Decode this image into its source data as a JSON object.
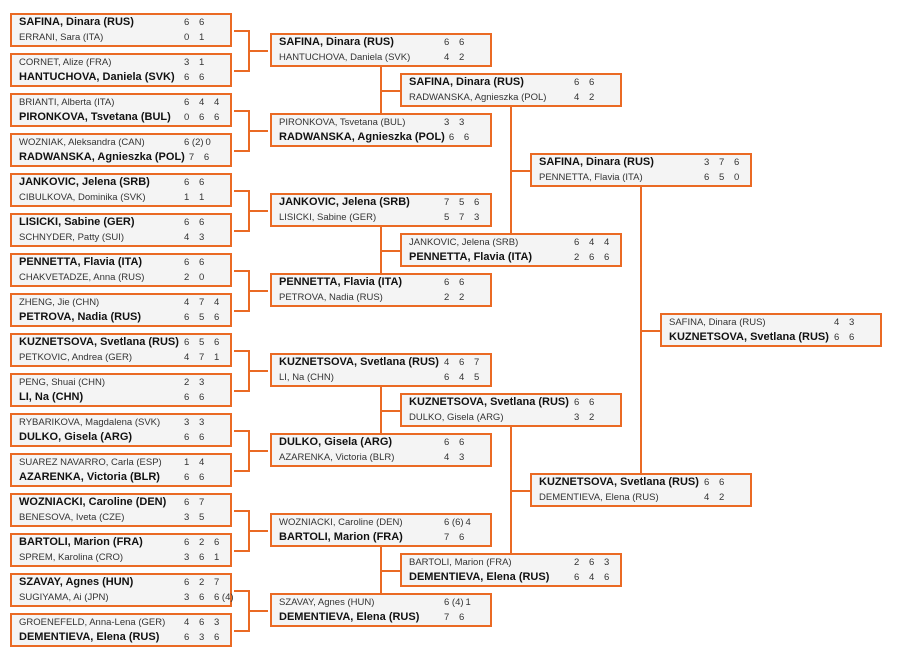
{
  "colors": {
    "border": "#ea6a24",
    "background": "#f4f4f4"
  },
  "rounds": [
    {
      "matches": [
        {
          "players": [
            {
              "name": "SAFINA, Dinara (RUS)",
              "scores": [
                "6",
                "6"
              ],
              "winner": true
            },
            {
              "name": "ERRANI, Sara (ITA)",
              "scores": [
                "0",
                "1"
              ],
              "winner": false
            }
          ]
        },
        {
          "players": [
            {
              "name": "CORNET, Alize (FRA)",
              "scores": [
                "3",
                "1"
              ],
              "winner": false
            },
            {
              "name": "HANTUCHOVA, Daniela (SVK)",
              "scores": [
                "6",
                "6"
              ],
              "winner": true
            }
          ]
        },
        {
          "players": [
            {
              "name": "BRIANTI, Alberta (ITA)",
              "scores": [
                "6",
                "4",
                "4"
              ],
              "winner": false
            },
            {
              "name": "PIRONKOVA, Tsvetana (BUL)",
              "scores": [
                "0",
                "6",
                "6"
              ],
              "winner": true
            }
          ]
        },
        {
          "players": [
            {
              "name": "WOZNIAK, Aleksandra (CAN)",
              "scores": [
                "6 (2)",
                "0"
              ],
              "winner": false
            },
            {
              "name": "RADWANSKA, Agnieszka (POL)",
              "scores": [
                "7",
                "6"
              ],
              "winner": true
            }
          ]
        },
        {
          "players": [
            {
              "name": "JANKOVIC, Jelena (SRB)",
              "scores": [
                "6",
                "6"
              ],
              "winner": true
            },
            {
              "name": "CIBULKOVA, Dominika (SVK)",
              "scores": [
                "1",
                "1"
              ],
              "winner": false
            }
          ]
        },
        {
          "players": [
            {
              "name": "LISICKI, Sabine (GER)",
              "scores": [
                "6",
                "6"
              ],
              "winner": true
            },
            {
              "name": "SCHNYDER, Patty (SUI)",
              "scores": [
                "4",
                "3"
              ],
              "winner": false
            }
          ]
        },
        {
          "players": [
            {
              "name": "PENNETTA, Flavia (ITA)",
              "scores": [
                "6",
                "6"
              ],
              "winner": true
            },
            {
              "name": "CHAKVETADZE, Anna (RUS)",
              "scores": [
                "2",
                "0"
              ],
              "winner": false
            }
          ]
        },
        {
          "players": [
            {
              "name": "ZHENG, Jie (CHN)",
              "scores": [
                "4",
                "7",
                "4"
              ],
              "winner": false
            },
            {
              "name": "PETROVA, Nadia (RUS)",
              "scores": [
                "6",
                "5",
                "6"
              ],
              "winner": true
            }
          ]
        },
        {
          "players": [
            {
              "name": "KUZNETSOVA, Svetlana (RUS)",
              "scores": [
                "6",
                "5",
                "6"
              ],
              "winner": true
            },
            {
              "name": "PETKOVIC, Andrea (GER)",
              "scores": [
                "4",
                "7",
                "1"
              ],
              "winner": false
            }
          ]
        },
        {
          "players": [
            {
              "name": "PENG, Shuai (CHN)",
              "scores": [
                "2",
                "3"
              ],
              "winner": false
            },
            {
              "name": "LI, Na (CHN)",
              "scores": [
                "6",
                "6"
              ],
              "winner": true
            }
          ]
        },
        {
          "players": [
            {
              "name": "RYBARIKOVA, Magdalena (SVK)",
              "scores": [
                "3",
                "3"
              ],
              "winner": false
            },
            {
              "name": "DULKO, Gisela (ARG)",
              "scores": [
                "6",
                "6"
              ],
              "winner": true
            }
          ]
        },
        {
          "players": [
            {
              "name": "SUAREZ NAVARRO, Carla (ESP)",
              "scores": [
                "1",
                "4"
              ],
              "winner": false
            },
            {
              "name": "AZARENKA, Victoria (BLR)",
              "scores": [
                "6",
                "6"
              ],
              "winner": true
            }
          ]
        },
        {
          "players": [
            {
              "name": "WOZNIACKI, Caroline (DEN)",
              "scores": [
                "6",
                "7"
              ],
              "winner": true
            },
            {
              "name": "BENESOVA, Iveta (CZE)",
              "scores": [
                "3",
                "5"
              ],
              "winner": false
            }
          ]
        },
        {
          "players": [
            {
              "name": "BARTOLI, Marion (FRA)",
              "scores": [
                "6",
                "2",
                "6"
              ],
              "winner": true
            },
            {
              "name": "SPREM, Karolina (CRO)",
              "scores": [
                "3",
                "6",
                "1"
              ],
              "winner": false
            }
          ]
        },
        {
          "players": [
            {
              "name": "SZAVAY, Agnes (HUN)",
              "scores": [
                "6",
                "2",
                "7"
              ],
              "winner": true
            },
            {
              "name": "SUGIYAMA, Ai (JPN)",
              "scores": [
                "3",
                "6",
                "6 (4)"
              ],
              "winner": false
            }
          ]
        },
        {
          "players": [
            {
              "name": "GROENEFELD, Anna-Lena (GER)",
              "scores": [
                "4",
                "6",
                "3"
              ],
              "winner": false
            },
            {
              "name": "DEMENTIEVA, Elena (RUS)",
              "scores": [
                "6",
                "3",
                "6"
              ],
              "winner": true
            }
          ]
        }
      ]
    },
    {
      "matches": [
        {
          "players": [
            {
              "name": "SAFINA, Dinara (RUS)",
              "scores": [
                "6",
                "6"
              ],
              "winner": true
            },
            {
              "name": "HANTUCHOVA, Daniela (SVK)",
              "scores": [
                "4",
                "2"
              ],
              "winner": false
            }
          ]
        },
        {
          "players": [
            {
              "name": "PIRONKOVA, Tsvetana (BUL)",
              "scores": [
                "3",
                "3"
              ],
              "winner": false
            },
            {
              "name": "RADWANSKA, Agnieszka (POL)",
              "scores": [
                "6",
                "6"
              ],
              "winner": true
            }
          ]
        },
        {
          "players": [
            {
              "name": "JANKOVIC, Jelena (SRB)",
              "scores": [
                "7",
                "5",
                "6"
              ],
              "winner": true
            },
            {
              "name": "LISICKI, Sabine (GER)",
              "scores": [
                "5",
                "7",
                "3"
              ],
              "winner": false
            }
          ]
        },
        {
          "players": [
            {
              "name": "PENNETTA, Flavia (ITA)",
              "scores": [
                "6",
                "6"
              ],
              "winner": true
            },
            {
              "name": "PETROVA, Nadia (RUS)",
              "scores": [
                "2",
                "2"
              ],
              "winner": false
            }
          ]
        },
        {
          "players": [
            {
              "name": "KUZNETSOVA, Svetlana (RUS)",
              "scores": [
                "4",
                "6",
                "7"
              ],
              "winner": true
            },
            {
              "name": "LI, Na (CHN)",
              "scores": [
                "6",
                "4",
                "5"
              ],
              "winner": false
            }
          ]
        },
        {
          "players": [
            {
              "name": "DULKO, Gisela (ARG)",
              "scores": [
                "6",
                "6"
              ],
              "winner": true
            },
            {
              "name": "AZARENKA, Victoria (BLR)",
              "scores": [
                "4",
                "3"
              ],
              "winner": false
            }
          ]
        },
        {
          "players": [
            {
              "name": "WOZNIACKI, Caroline (DEN)",
              "scores": [
                "6 (6)",
                "4"
              ],
              "winner": false
            },
            {
              "name": "BARTOLI, Marion (FRA)",
              "scores": [
                "7",
                "6"
              ],
              "winner": true
            }
          ]
        },
        {
          "players": [
            {
              "name": "SZAVAY, Agnes (HUN)",
              "scores": [
                "6 (4)",
                "1"
              ],
              "winner": false
            },
            {
              "name": "DEMENTIEVA, Elena (RUS)",
              "scores": [
                "7",
                "6"
              ],
              "winner": true
            }
          ]
        }
      ]
    },
    {
      "matches": [
        {
          "players": [
            {
              "name": "SAFINA, Dinara (RUS)",
              "scores": [
                "6",
                "6"
              ],
              "winner": true
            },
            {
              "name": "RADWANSKA, Agnieszka (POL)",
              "scores": [
                "4",
                "2"
              ],
              "winner": false
            }
          ]
        },
        {
          "players": [
            {
              "name": "JANKOVIC, Jelena (SRB)",
              "scores": [
                "6",
                "4",
                "4"
              ],
              "winner": false
            },
            {
              "name": "PENNETTA, Flavia (ITA)",
              "scores": [
                "2",
                "6",
                "6"
              ],
              "winner": true
            }
          ]
        },
        {
          "players": [
            {
              "name": "KUZNETSOVA, Svetlana (RUS)",
              "scores": [
                "6",
                "6"
              ],
              "winner": true
            },
            {
              "name": "DULKO, Gisela (ARG)",
              "scores": [
                "3",
                "2"
              ],
              "winner": false
            }
          ]
        },
        {
          "players": [
            {
              "name": "BARTOLI, Marion (FRA)",
              "scores": [
                "2",
                "6",
                "3"
              ],
              "winner": false
            },
            {
              "name": "DEMENTIEVA, Elena (RUS)",
              "scores": [
                "6",
                "4",
                "6"
              ],
              "winner": true
            }
          ]
        }
      ]
    },
    {
      "matches": [
        {
          "players": [
            {
              "name": "SAFINA, Dinara (RUS)",
              "scores": [
                "3",
                "7",
                "6"
              ],
              "winner": true
            },
            {
              "name": "PENNETTA, Flavia (ITA)",
              "scores": [
                "6",
                "5",
                "0"
              ],
              "winner": false
            }
          ]
        },
        {
          "players": [
            {
              "name": "KUZNETSOVA, Svetlana (RUS)",
              "scores": [
                "6",
                "6"
              ],
              "winner": true
            },
            {
              "name": "DEMENTIEVA, Elena (RUS)",
              "scores": [
                "4",
                "2"
              ],
              "winner": false
            }
          ]
        }
      ]
    },
    {
      "matches": [
        {
          "players": [
            {
              "name": "SAFINA, Dinara (RUS)",
              "scores": [
                "4",
                "3"
              ],
              "winner": false
            },
            {
              "name": "KUZNETSOVA, Svetlana (RUS)",
              "scores": [
                "6",
                "6"
              ],
              "winner": true
            }
          ]
        }
      ]
    }
  ]
}
